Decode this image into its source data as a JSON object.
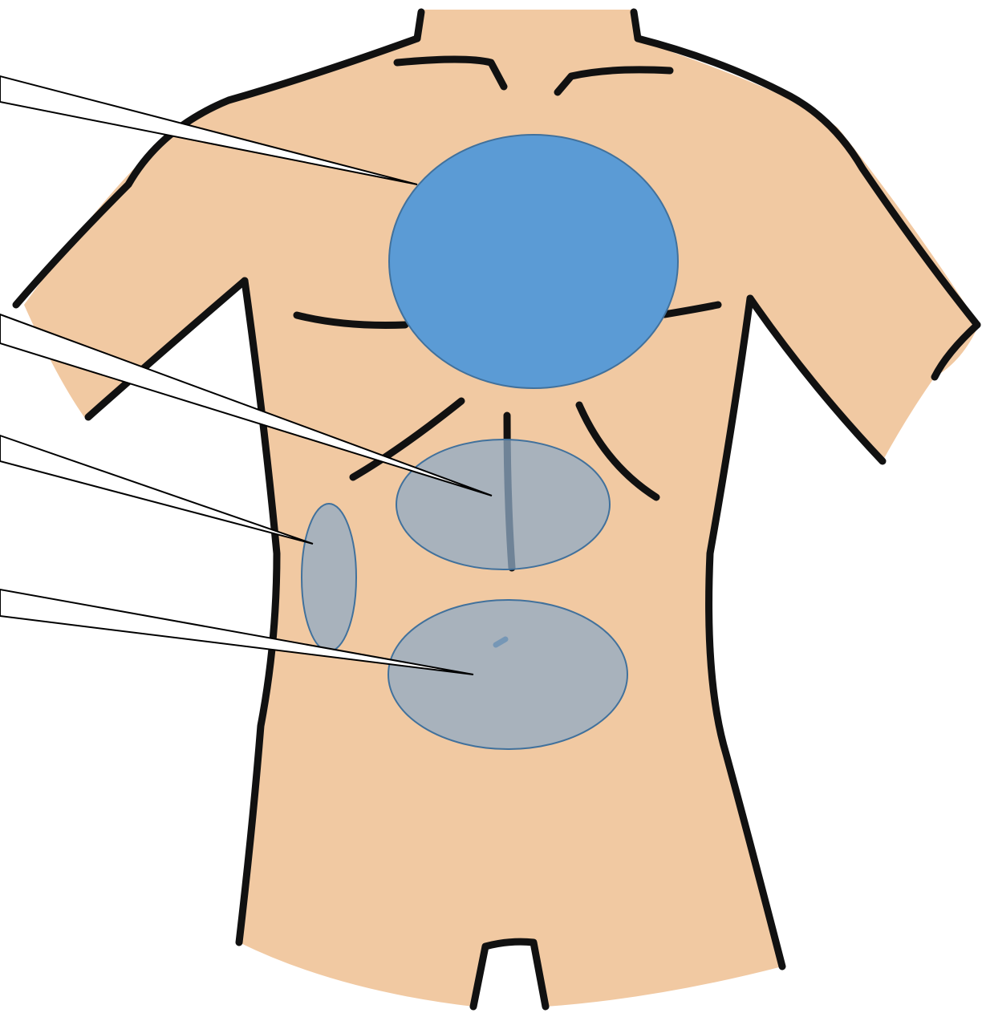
{
  "diagram": {
    "subject": "torso-front-view",
    "colors": {
      "skin": "#F1C9A2",
      "outline": "#111111",
      "primary_zone_fill": "#5B9BD5",
      "primary_zone_stroke": "#41719C",
      "secondary_zone_fill": "#8FA9C4",
      "secondary_zone_opacity": 0.75,
      "leader_line_fill": "#ffffff",
      "leader_line_stroke": "#000000"
    },
    "zones": [
      {
        "id": "chest-zone",
        "style": "primary"
      },
      {
        "id": "upper-abdomen-zone",
        "style": "secondary"
      },
      {
        "id": "flank-zone",
        "style": "secondary"
      },
      {
        "id": "lower-abdomen-zone",
        "style": "secondary"
      }
    ],
    "callouts": [
      {
        "id": "callout-chest",
        "target": "chest-zone",
        "label": ""
      },
      {
        "id": "callout-upper-abdomen",
        "target": "upper-abdomen-zone",
        "label": ""
      },
      {
        "id": "callout-flank",
        "target": "flank-zone",
        "label": ""
      },
      {
        "id": "callout-lower-abdomen",
        "target": "lower-abdomen-zone",
        "label": ""
      }
    ]
  }
}
